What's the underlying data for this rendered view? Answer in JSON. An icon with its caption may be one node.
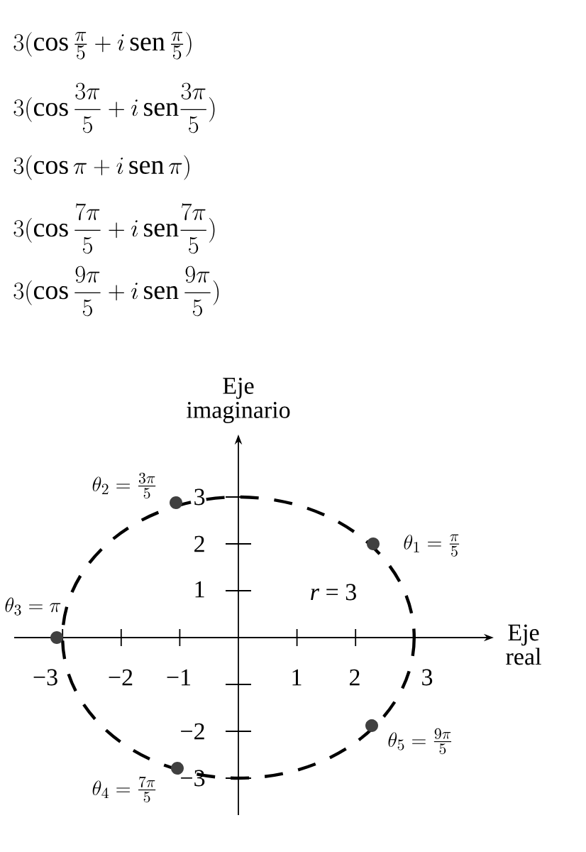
{
  "diagram": {
    "nodes": [
      {
        "text": [],
        "shape": "circle",
        "beside": [
          "\\theta_1=\\frac{\\pi}{5}"
        ]
      },
      {
        "text": [],
        "shape": "circle",
        "beside": [
          "\\theta_2=\\frac{3\\pi}{5}"
        ]
      },
      {
        "text": [],
        "shape": "circle",
        "beside": [
          "\\theta_3=\\pi"
        ]
      },
      {
        "text": [],
        "shape": "circle",
        "beside": [
          "\\theta_4=\\frac{7\\pi}{5}"
        ]
      },
      {
        "text": [],
        "shape": "circle",
        "beside": [
          "\\theta_5=\\frac{9\\pi}{5}"
        ]
      }
    ],
    "labels": [
      "3(\\cos\\tfrac{\\pi}{5}+i\\,\\mathrm{sen}\\,\\tfrac{\\pi}{5})",
      "3(\\cos\\dfrac{3\\pi}{5}+i\\,\\mathrm{sen}\\dfrac{3\\pi}{5})",
      "3(\\cos\\pi+i\\,\\mathrm{sen}\\,\\pi)",
      "3(\\cos\\dfrac{7\\pi}{5}+i\\,\\mathrm{sen}\\dfrac{7\\pi}{5})",
      "3(\\cos\\dfrac{9\\pi}{5}+i\\,\\mathrm{sen}\\,\\dfrac{9\\pi}{5})",
      "Eje imaginario",
      "3",
      "2",
      "1",
      "*r* = 3",
      "Eje real",
      "−3",
      "−2",
      "−1",
      "1",
      "2",
      "3",
      "−2",
      "−3"
    ]
  }
}
